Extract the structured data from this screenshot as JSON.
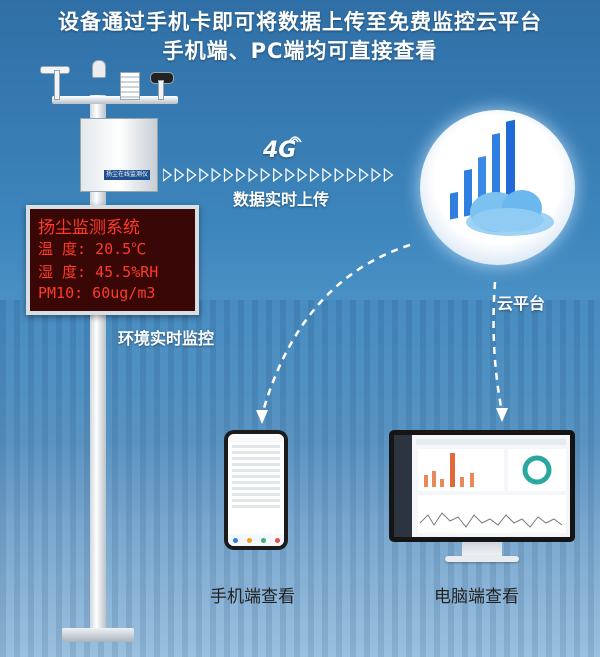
{
  "headline": {
    "line1": "设备通过手机卡即可将数据上传至免费监控云平台",
    "line2": "手机端、PC端均可直接查看"
  },
  "led": {
    "title": "扬尘监测系统",
    "temp": "温 度: 20.5℃",
    "humidity": "湿 度: 45.5%RH",
    "pm10": "PM10: 60ug/m3"
  },
  "device_box_label": "扬尘在线监测仪",
  "network": {
    "badge": "4G",
    "upload_label": "数据实时上传"
  },
  "labels": {
    "env_monitor": "环境实时监控",
    "cloud": "云平台",
    "mobile": "手机端查看",
    "pc": "电脑端查看"
  },
  "colors": {
    "led_text": "#ff3a2a",
    "cloud_blue": "#2f7fe0",
    "arrow_white": "#ffffff"
  },
  "icons": [
    "cloud-platform-icon",
    "signal-4g-icon",
    "phone-icon",
    "monitor-icon"
  ]
}
